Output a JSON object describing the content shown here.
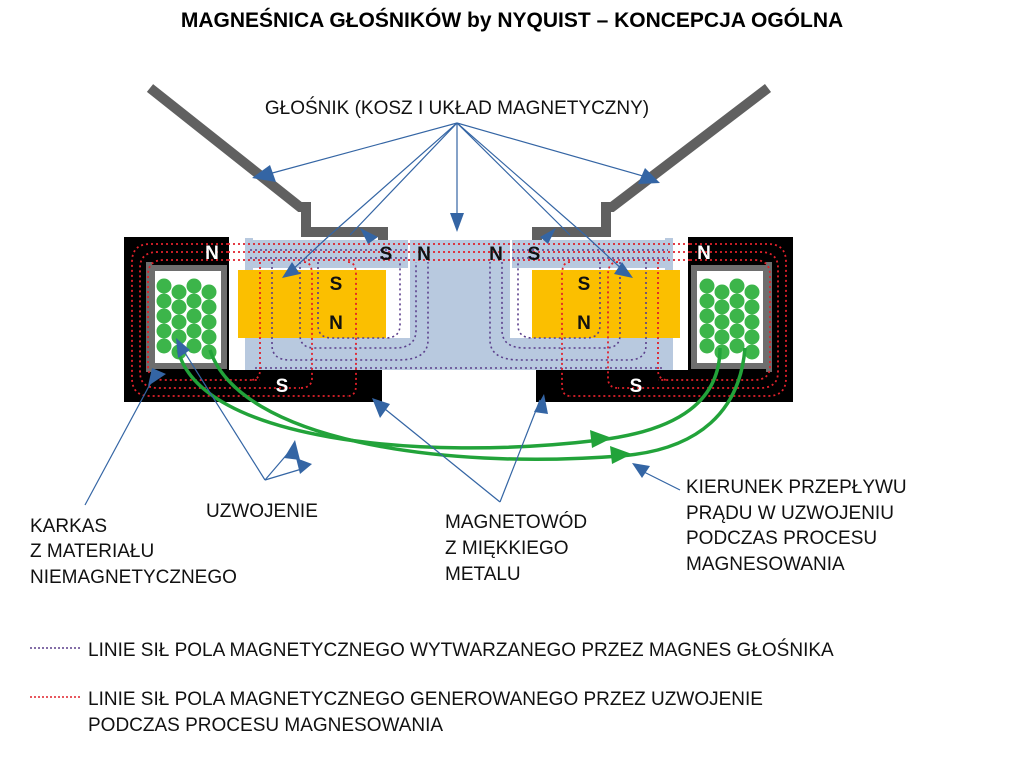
{
  "title": "MAGNEŚNICA GŁOŚNIKÓW by NYQUIST – KONCEPCJA OGÓLNA",
  "labels": {
    "speaker": "GŁOŚNIK (KOSZ I UKŁAD MAGNETYCZNY)",
    "winding": "UZWOJENIE",
    "former": [
      "KARKAS",
      "Z MATERIAŁU",
      "NIEMAGNETYCZNEGO"
    ],
    "yoke": [
      "MAGNETOWÓD",
      "Z MIĘKKIEGO",
      "METALU"
    ],
    "current": [
      "KIERUNEK PRZEPŁYWU",
      "PRĄDU W UZWOJENIU",
      "PODCZAS PROCESU",
      "MAGNESOWANIA"
    ]
  },
  "poles": {
    "left_outer_top": "N",
    "left_outer_bottom": "S",
    "left_magnet_top": "S",
    "left_magnet_bottom": "N",
    "left_plate": "S",
    "center_left": "N",
    "center_right": "N",
    "right_plate": "S",
    "right_magnet_top": "S",
    "right_magnet_bottom": "N",
    "right_outer_top": "N",
    "right_outer_bottom": "S"
  },
  "legend": [
    {
      "line": "LINIE SIŁ POLA MAGNETYCZNEGO WYTWARZANEGO PRZEZ MAGNES GŁOŚNIKA",
      "color": "#5b3f8c"
    },
    {
      "line": "LINIE SIŁ POLA MAGNETYCZNEGO GENEROWANEGO PRZEZ UZWOJENIE",
      "line2": "PODCZAS PROCESU MAGNESOWANIA",
      "color": "#e0202a"
    }
  ],
  "colors": {
    "magnet": "#fbbf00",
    "steel": "#b8c9df",
    "coil_core": "#000000",
    "winding": "#3cb54a",
    "basket": "#606060",
    "arrow": "#3465a4",
    "current_arrow": "#22a33a"
  }
}
